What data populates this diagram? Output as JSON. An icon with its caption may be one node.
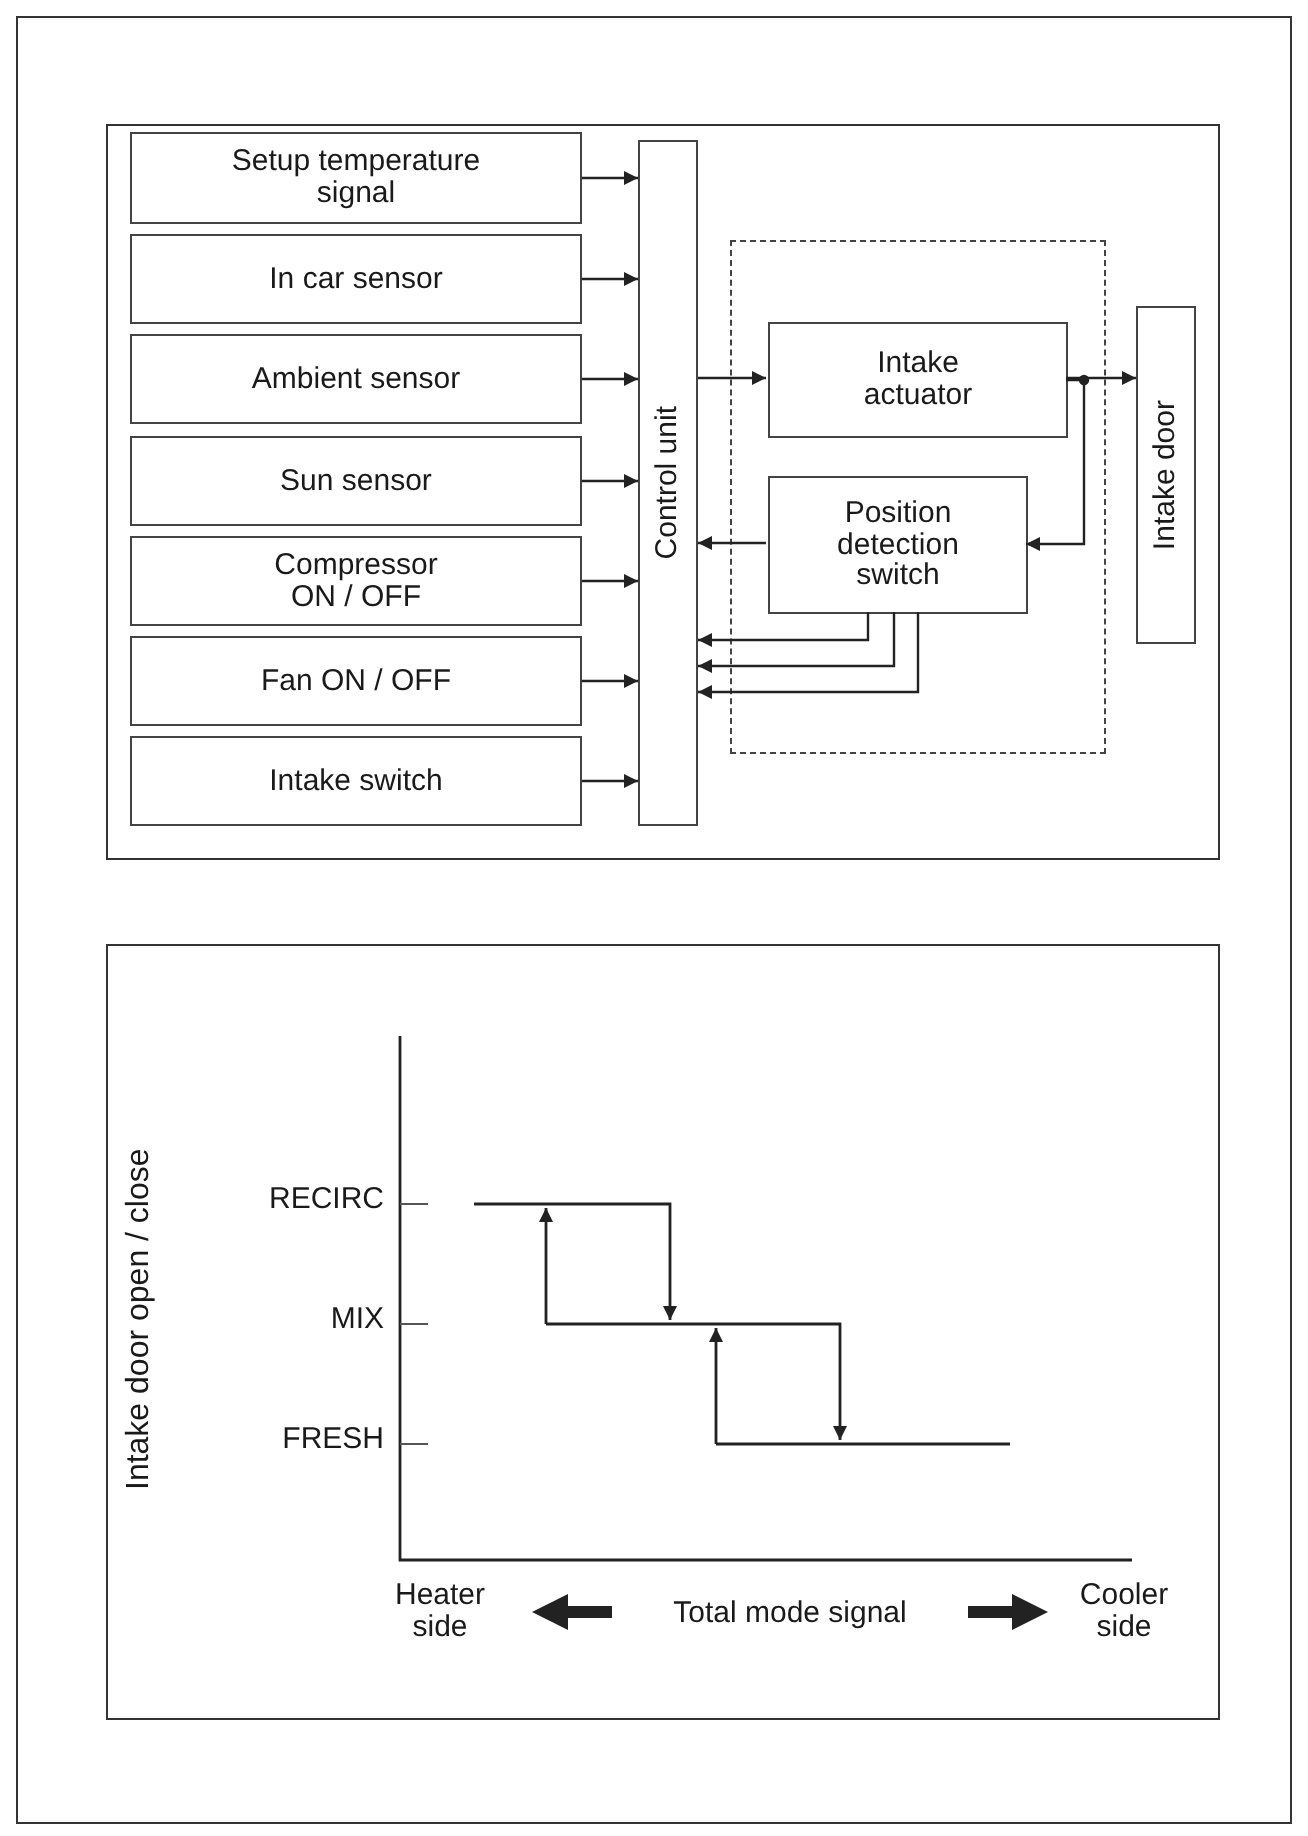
{
  "diagram": {
    "nodes": [
      {
        "text": [
          "Setup temperature signal"
        ]
      },
      {
        "text": [
          "In car sensor"
        ]
      },
      {
        "text": [
          "Ambient sensor"
        ]
      },
      {
        "text": [
          "Sun sensor"
        ]
      },
      {
        "text": [
          "Compressor ON / OFF"
        ]
      },
      {
        "text": [
          "Fan ON / OFF"
        ]
      },
      {
        "text": [
          "Intake switch"
        ]
      },
      {
        "text": [
          "Control unit"
        ]
      },
      {
        "text": [],
        "shape": "box"
      },
      {
        "text": [
          "Intake actuator"
        ],
        "in": 8
      },
      {
        "text": [
          "Position detection switch"
        ],
        "in": 8
      },
      {
        "text": [
          "Intake door"
        ]
      }
    ],
    "edges": [
      {
        "from": 0,
        "to": 7,
        "arrow": "to"
      },
      {
        "from": 1,
        "to": 7,
        "arrow": "to"
      },
      {
        "from": 2,
        "to": 7,
        "arrow": "to"
      },
      {
        "from": 3,
        "to": 7,
        "arrow": "to"
      },
      {
        "from": 4,
        "to": 7,
        "arrow": "to"
      },
      {
        "from": 5,
        "to": 7,
        "arrow": "to"
      },
      {
        "from": 6,
        "to": 7,
        "arrow": "to"
      },
      {
        "from": 7,
        "to": 9,
        "arrow": "to"
      },
      {
        "from": 9,
        "to": 11,
        "arrow": "to"
      },
      {
        "from": 9,
        "to": 10,
        "arrow": "to"
      },
      {
        "from": 10,
        "to": 7,
        "arrow": "to"
      },
      {
        "from": 10,
        "to": 7,
        "arrow": "to"
      },
      {
        "from": 10,
        "to": 7,
        "arrow": "to"
      },
      {
        "from": 10,
        "to": 7,
        "arrow": "to"
      }
    ],
    "labels": [
      "Intake door open / close",
      "RECIRC",
      "MIX",
      "FRESH",
      "Heater side",
      "Total mode signal",
      "Cooler side"
    ]
  }
}
